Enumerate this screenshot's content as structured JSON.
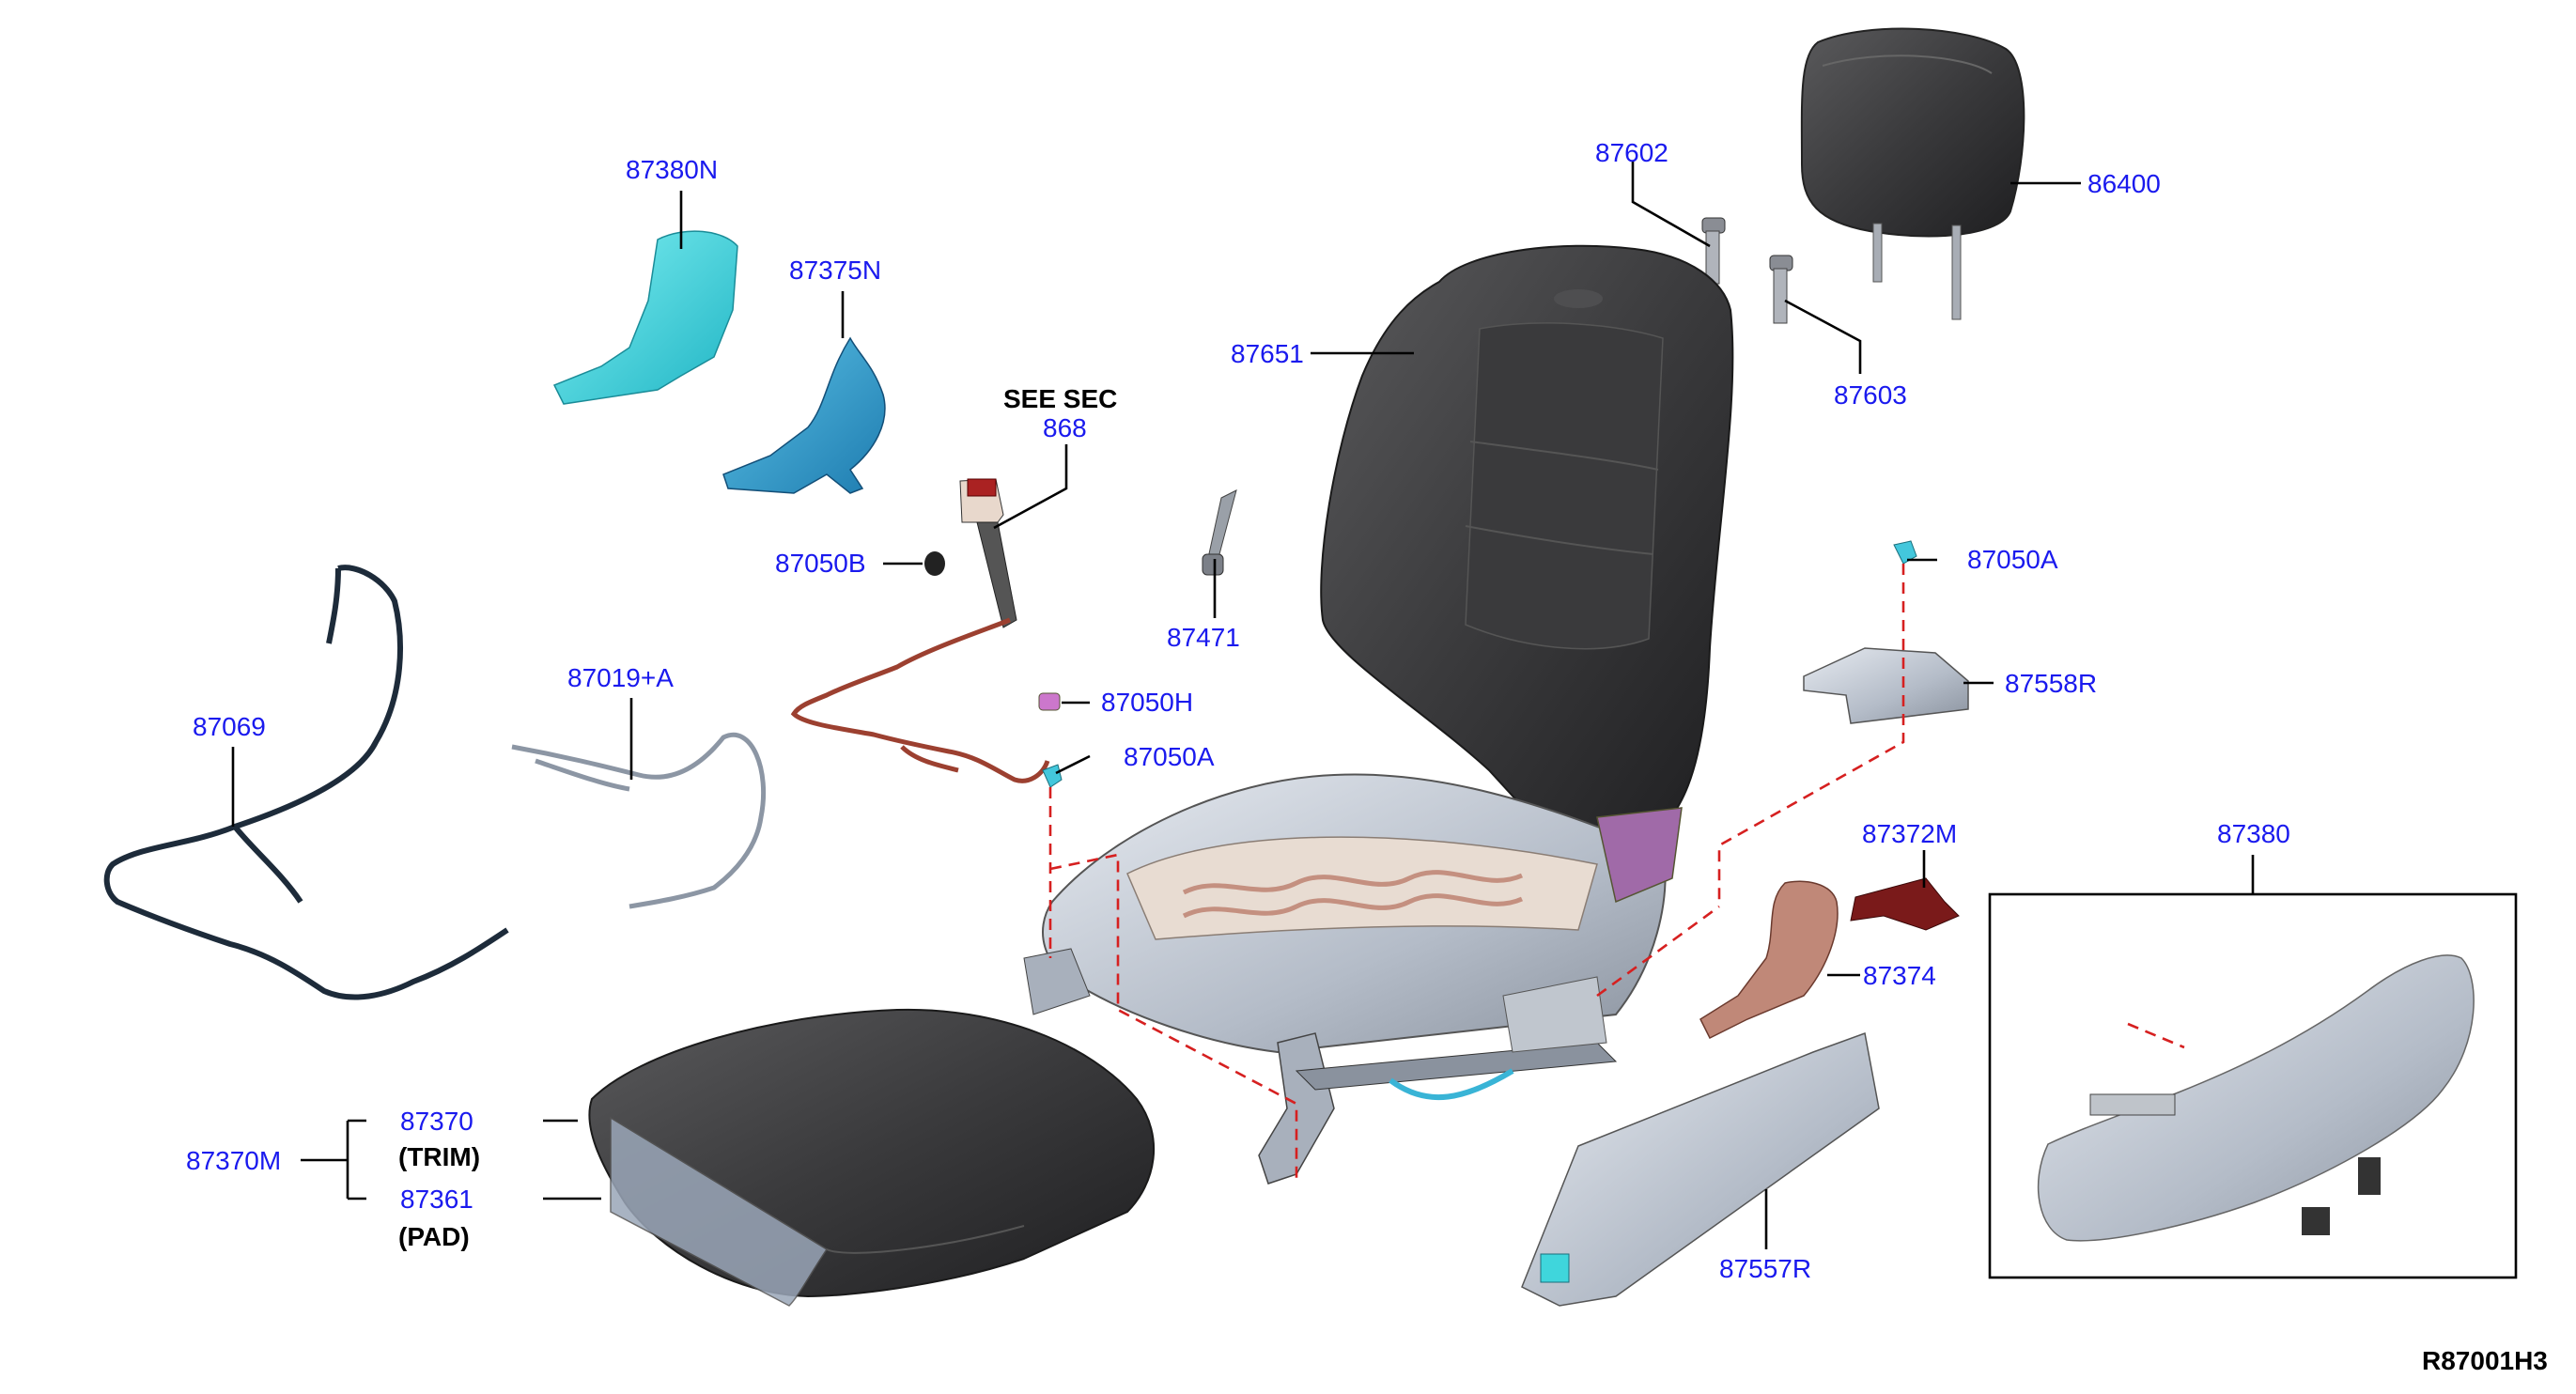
{
  "diagram_code": "R87001H3",
  "labels": {
    "p86400": "86400",
    "p87602": "87602",
    "p87603": "87603",
    "p87651": "87651",
    "p87380N": "87380N",
    "p87375N": "87375N",
    "see_sec_title": "SEE SEC",
    "see_sec_num": "868",
    "p87050B": "87050B",
    "p87471": "87471",
    "p87050A_top": "87050A",
    "p87558R": "87558R",
    "p87069": "87069",
    "p87019A": "87019+A",
    "p87050H": "87050H",
    "p87050A_mid": "87050A",
    "p87372M": "87372M",
    "p87374": "87374",
    "p87380": "87380",
    "p87370": "87370",
    "trim": "(TRIM)",
    "p87370M": "87370M",
    "p87361": "87361",
    "pad": "(PAD)",
    "p87557R": "87557R"
  },
  "colors": {
    "label_blue": "#1a1aee",
    "leader": "#000000",
    "dashed_red": "#d62020",
    "cushion_dark": "#3c3c3e",
    "frame_gray": "#b8c0cc",
    "cyan_part": "#3fd6dc",
    "harness_red": "#a84a3a",
    "bracket_maroon": "#7a1a1a",
    "pink_spring": "#c49080"
  }
}
